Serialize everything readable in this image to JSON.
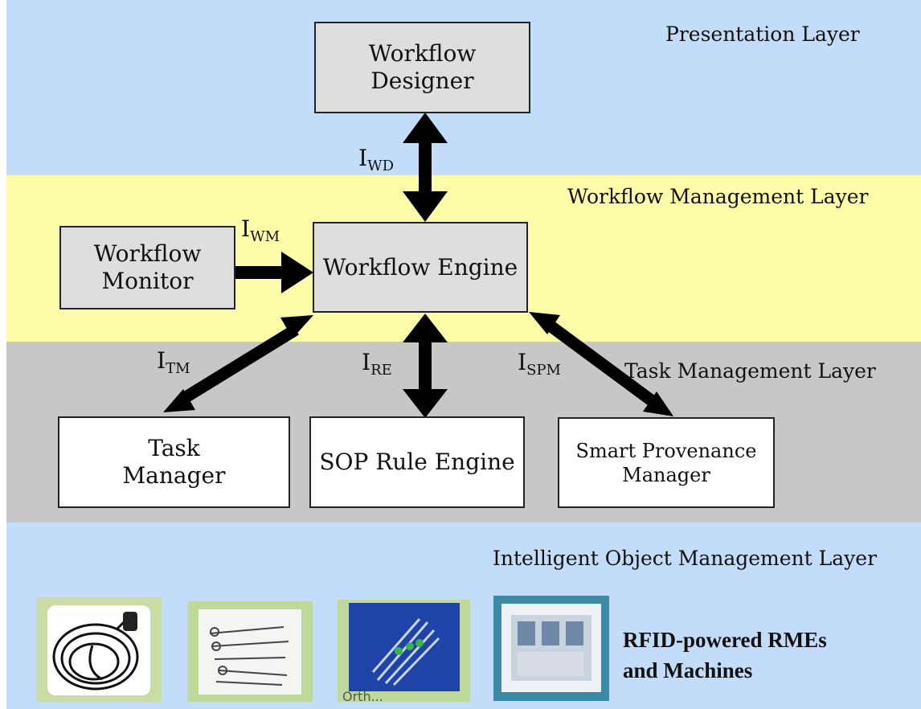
{
  "layers": {
    "presentation": "Presentation Layer",
    "workflow_management": "Workflow Management Layer",
    "task_management": "Task  Management Layer",
    "intelligent_object": "Intelligent Object  Management Layer"
  },
  "boxes": {
    "workflow_designer": [
      "Workflow",
      "Designer"
    ],
    "workflow_engine": "Workflow Engine",
    "workflow_monitor": [
      "Workflow",
      "Monitor"
    ],
    "task_manager": [
      "Task",
      "Manager"
    ],
    "sop_rule_engine": "SOP  Rule Engine",
    "smart_provenance_manager": [
      "Smart Provenance",
      "Manager"
    ]
  },
  "interfaces": {
    "wd": {
      "main": "I",
      "sub": "WD"
    },
    "wm": {
      "main": "I",
      "sub": "WM"
    },
    "tm": {
      "main": "I",
      "sub": "TM"
    },
    "re": {
      "main": "I",
      "sub": "RE"
    },
    "spm": {
      "main": "I",
      "sub": "SPM"
    }
  },
  "images": {
    "endoscope": "endoscope-icon",
    "surgical_instruments": "surgical-instruments-icon",
    "instrument_tray": "instrument-tray-icon",
    "reprocessing_machine": "reprocessing-machine-icon",
    "partial_caption": "Orth..."
  },
  "rfid_label": [
    "RFID-powered RMEs",
    "and Machines"
  ],
  "colors": {
    "presentation_band": "#c3dcf9",
    "workflow_band": "#fdfca8",
    "task_band": "#c7c7c7",
    "intelligent_band": "#c3dcf9",
    "gray_box": "#dedede",
    "arrow": "#000000"
  }
}
